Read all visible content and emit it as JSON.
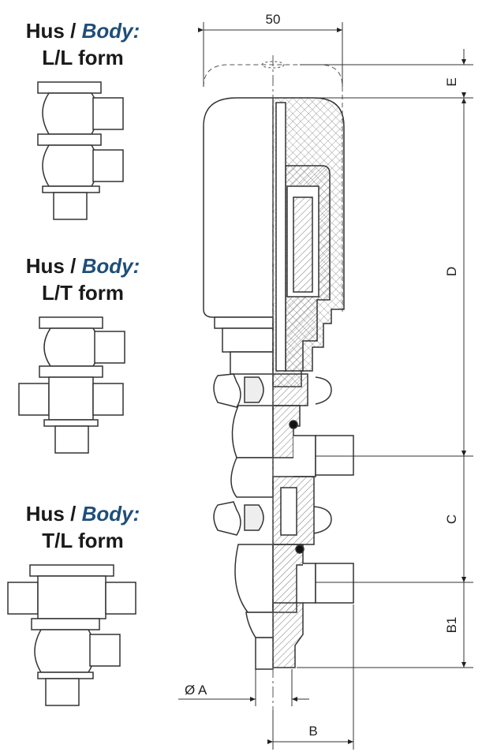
{
  "body_forms": [
    {
      "title_sv": "Hus",
      "sep": "/",
      "title_en": "Body:",
      "form": "L/L form"
    },
    {
      "title_sv": "Hus",
      "sep": "/",
      "title_en": "Body:",
      "form": "L/T form"
    },
    {
      "title_sv": "Hus",
      "sep": "/",
      "title_en": "Body:",
      "form": "T/L form"
    }
  ],
  "dimensions": {
    "width": "50",
    "E": "E",
    "D": "D",
    "C": "C",
    "B1": "B1",
    "A": "Ø A",
    "B": "B"
  },
  "colors": {
    "line": "#333333",
    "accent": "#1f4e79"
  }
}
